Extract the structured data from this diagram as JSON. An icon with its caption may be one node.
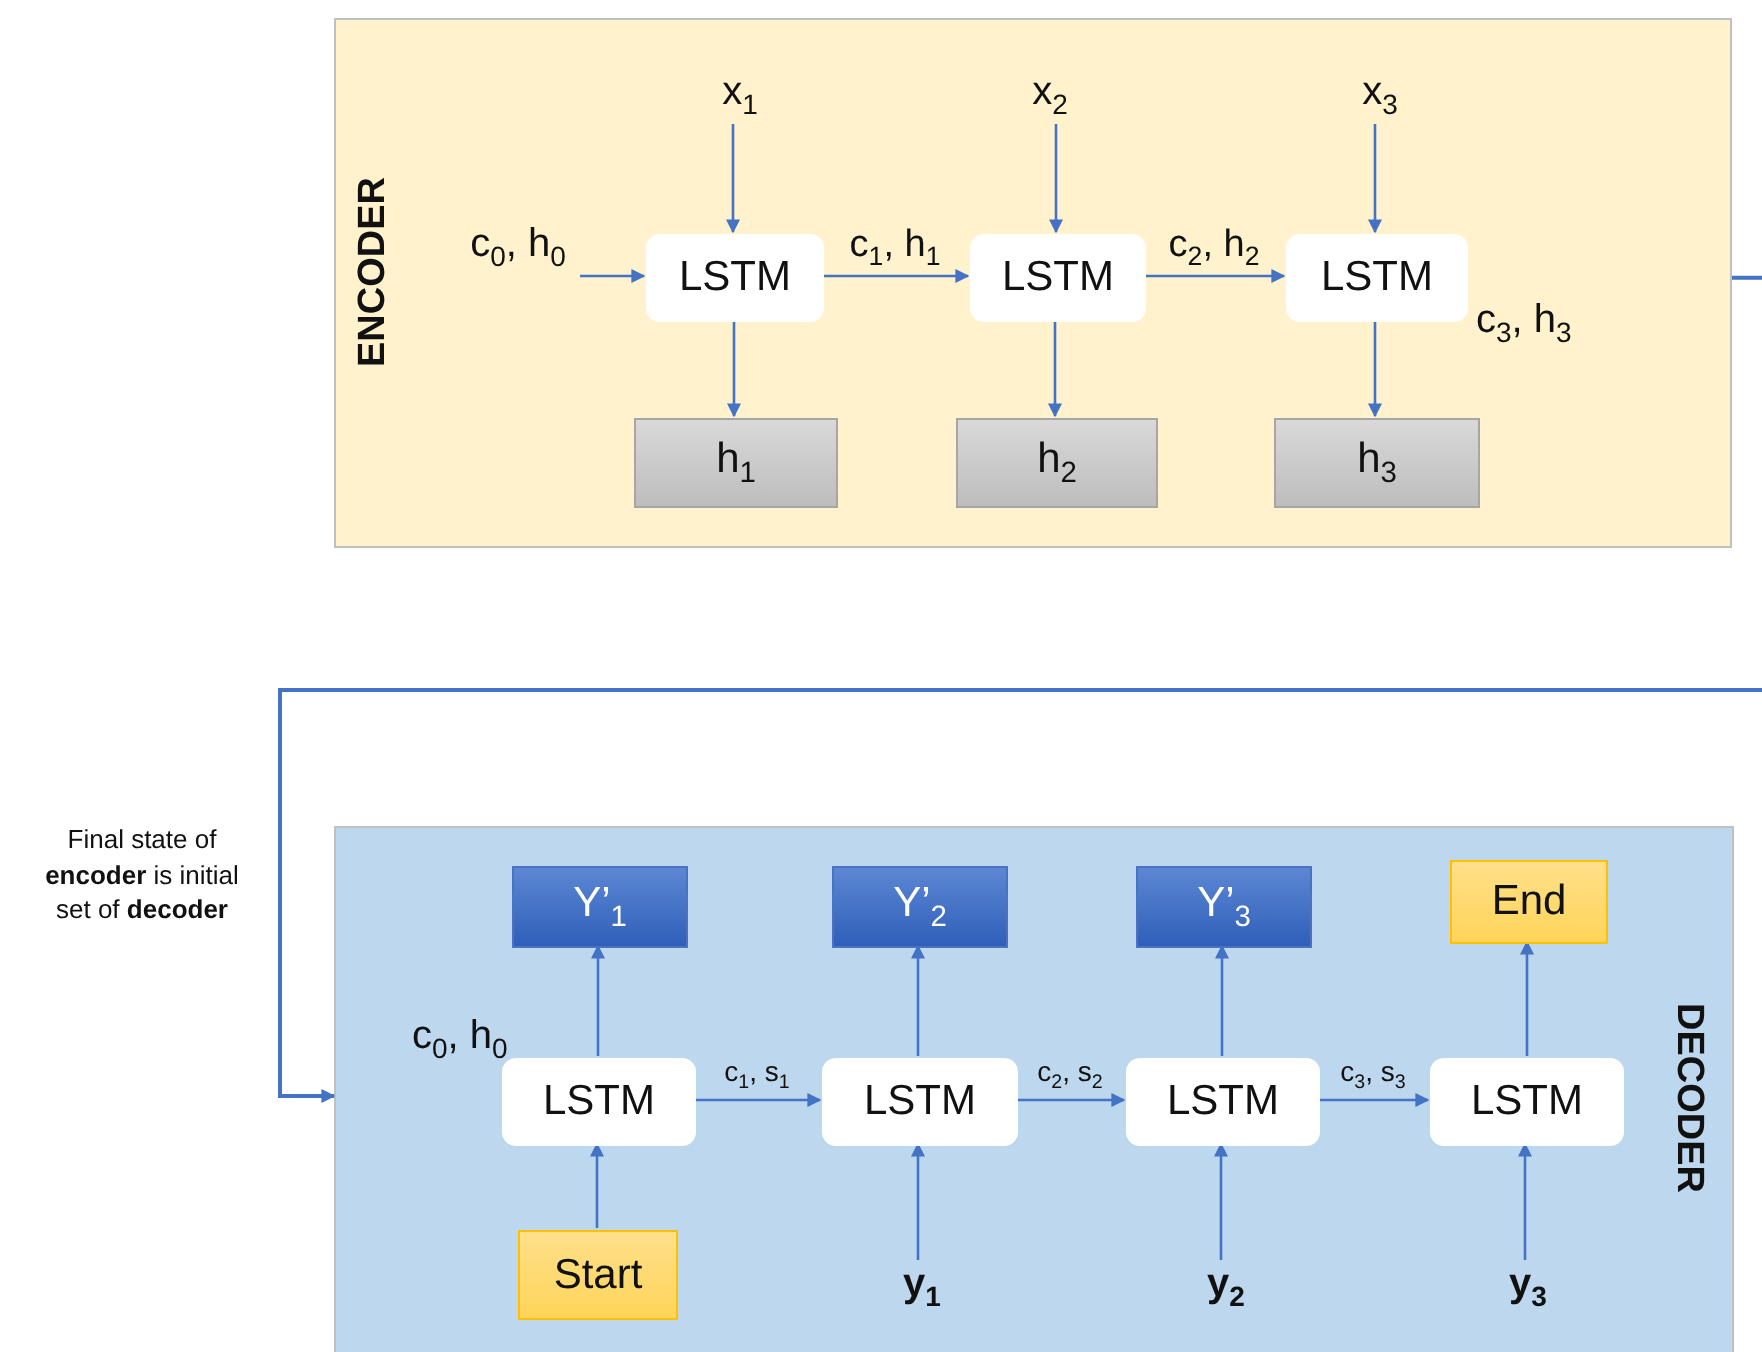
{
  "diagram": {
    "nodes": [
      {
        "text": [
          "ENCODER"
        ]
      },
      {
        "text": [
          "x$_{1}$"
        ],
        "in": 0
      },
      {
        "text": [
          "x$_{2}$"
        ],
        "in": 0
      },
      {
        "text": [
          "x$_{3}$"
        ],
        "in": 0
      },
      {
        "text": [
          "c$_{0}$, h$_{0}$"
        ],
        "in": 0
      },
      {
        "text": [
          "LSTM"
        ],
        "in": 0
      },
      {
        "text": [
          "LSTM"
        ],
        "in": 0
      },
      {
        "text": [
          "LSTM"
        ],
        "in": 0,
        "beside": [
          "c$_{3}$, h$_{3}$"
        ]
      },
      {
        "text": [
          "h$_{1}$"
        ],
        "in": 0
      },
      {
        "text": [
          "h$_{2}$"
        ],
        "in": 0
      },
      {
        "text": [
          "h$_{3}$"
        ],
        "in": 0
      },
      {
        "text": [
          "DECODER"
        ]
      },
      {
        "text": [
          "Y’$_{1}$"
        ],
        "in": 11
      },
      {
        "text": [
          "Y’$_{2}$"
        ],
        "in": 11
      },
      {
        "text": [
          "Y’$_{3}$"
        ],
        "in": 11
      },
      {
        "text": [
          "End"
        ],
        "in": 11
      },
      {
        "text": [
          "LSTM"
        ],
        "in": 11,
        "beside": [
          "c$_{0}$, h$_{0}$"
        ]
      },
      {
        "text": [
          "LSTM"
        ],
        "in": 11
      },
      {
        "text": [
          "LSTM"
        ],
        "in": 11
      },
      {
        "text": [
          "LSTM"
        ],
        "in": 11
      },
      {
        "text": [
          "Start"
        ],
        "in": 11
      },
      {
        "text": [
          "y$_{1}$"
        ],
        "in": 11
      },
      {
        "text": [
          "y$_{2}$"
        ],
        "in": 11
      },
      {
        "text": [
          "y$_{3}$"
        ],
        "in": 11
      }
    ],
    "edges": [
      {
        "from": 1,
        "to": 5,
        "arrow": "to"
      },
      {
        "from": 2,
        "to": 6,
        "arrow": "to"
      },
      {
        "from": 3,
        "to": 7,
        "arrow": "to"
      },
      {
        "from": 4,
        "to": 5,
        "arrow": "to"
      },
      {
        "from": 5,
        "to": 6,
        "arrow": "to",
        "label": "c$_{1}$, h$_{1}$"
      },
      {
        "from": 6,
        "to": 7,
        "arrow": "to",
        "label": "c$_{2}$, h$_{2}$"
      },
      {
        "from": 5,
        "to": 8,
        "arrow": "to"
      },
      {
        "from": 6,
        "to": 9,
        "arrow": "to"
      },
      {
        "from": 7,
        "to": 10,
        "arrow": "to"
      },
      {
        "from": 0,
        "to": 11,
        "arrow": "to",
        "label": "Final state of **encoder** is initial set of **decoder**"
      },
      {
        "from": 16,
        "to": 12,
        "arrow": "to"
      },
      {
        "from": 17,
        "to": 13,
        "arrow": "to"
      },
      {
        "from": 18,
        "to": 14,
        "arrow": "to"
      },
      {
        "from": 19,
        "to": 15,
        "arrow": "to"
      },
      {
        "from": 16,
        "to": 17,
        "arrow": "to",
        "label": "c$_{1}$, s$_{1}$"
      },
      {
        "from": 17,
        "to": 18,
        "arrow": "to",
        "label": "c$_{2}$, s$_{2}$"
      },
      {
        "from": 18,
        "to": 19,
        "arrow": "to",
        "label": "c$_{3}$, s$_{3}$"
      },
      {
        "from": 20,
        "to": 16,
        "arrow": "to"
      },
      {
        "from": 21,
        "to": 17,
        "arrow": "to"
      },
      {
        "from": 22,
        "to": 18,
        "arrow": "to"
      },
      {
        "from": 23,
        "to": 19,
        "arrow": "to"
      }
    ]
  }
}
